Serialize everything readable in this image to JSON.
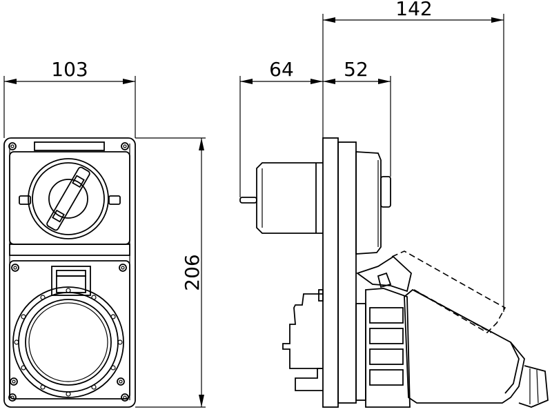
{
  "dimensions": {
    "width_front": "103",
    "height_front": "206",
    "plug_length": "64",
    "box_depth": "52",
    "total_depth": "142"
  }
}
